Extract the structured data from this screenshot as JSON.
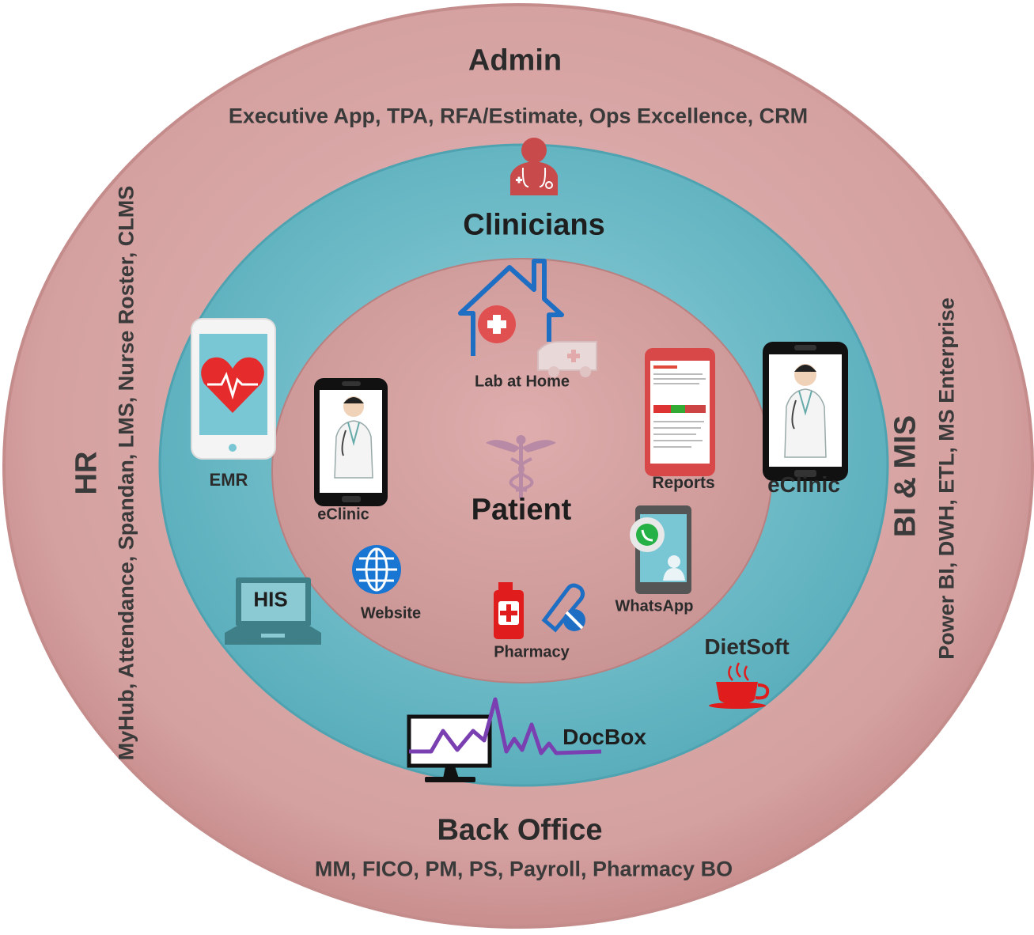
{
  "rings": {
    "outer": {
      "title": "Admin",
      "subtitle": "Executive App, TPA, RFA/Estimate, Ops Excellence, CRM"
    },
    "left": {
      "title": "HR",
      "subtitle": "MyHub, Attendance, Spandan, LMS, Nurse Roster, CLMS"
    },
    "right": {
      "title": "BI & MIS",
      "subtitle": "Power BI, DWH, ETL, MS Enterprise"
    },
    "bottom": {
      "title": "Back Office",
      "subtitle": "MM, FICO, PM, PS, Payroll, Pharmacy BO"
    },
    "middle": {
      "title": "Clinicians"
    },
    "inner": {
      "title": "Patient"
    }
  },
  "apps": {
    "emr": "EMR",
    "his": "HIS",
    "eclinic_left": "eClinic",
    "eclinic_right": "eClinic",
    "website": "Website",
    "lab_at_home": "Lab at Home",
    "reports": "Reports",
    "whatsapp": "WhatsApp",
    "pharmacy": "Pharmacy",
    "dietsoft": "DietSoft",
    "docbox": "DocBox"
  },
  "colors": {
    "outer_ring": "#d8a2a2",
    "middle_ring": "#6fbcc8",
    "inner_circle": "#d09c9c",
    "accent_red": "#e02020",
    "accent_blue": "#1565c0",
    "docbox_line": "#7a3fb0"
  }
}
